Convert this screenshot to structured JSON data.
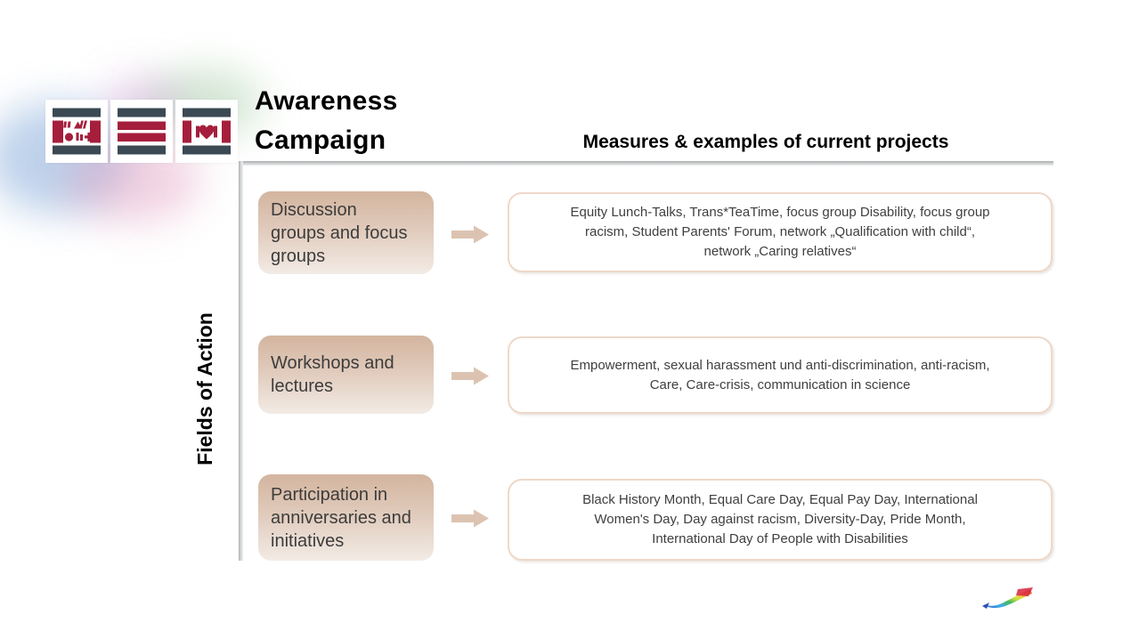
{
  "slide": {
    "title_line1": "Awareness",
    "title_line2": "Campaign",
    "column_header": "Measures & examples of current projects",
    "fields_axis_label": "Fields of Action"
  },
  "rows": [
    {
      "category": "Discussion\ngroups and focus\ngroups",
      "examples": "Equity Lunch-Talks, Trans*TeaTime, focus group Disability, focus group\nracism, Student Parents' Forum, network „Qualification with child“,\nnetwork „Caring relatives“"
    },
    {
      "category": "Workshops and\nlectures",
      "examples": "Empowerment, sexual harassment und anti-discrimination, anti-racism,\nCare, Care-crisis, communication in science"
    },
    {
      "category": "Participation in\nanniversaries and\ninitiatives",
      "examples": "Black History Month, Equal Care Day, Equal Pay Day, International\nWomen's Day, Day against racism, Diversity-Day, Pride Month,\nInternational Day of People with Disabilities"
    }
  ],
  "icons": {
    "logo_tile_1": "logo-symbols-tile-icon",
    "logo_tile_2": "logo-stripes-tile-icon",
    "logo_tile_3": "logo-heart-tile-icon",
    "row_connector": "block-arrow-right-icon",
    "footer": "rainbow-swoosh-icon"
  },
  "colors": {
    "logo_red": "#a51f3c",
    "logo_slate": "#3a4953",
    "category_box_top": "#d3b59f",
    "category_box_bottom": "#f2ebe5",
    "examples_box_border": "#eed8c8",
    "arrow_fill": "#dcc3b1",
    "body_text": "#3f3f3f"
  }
}
